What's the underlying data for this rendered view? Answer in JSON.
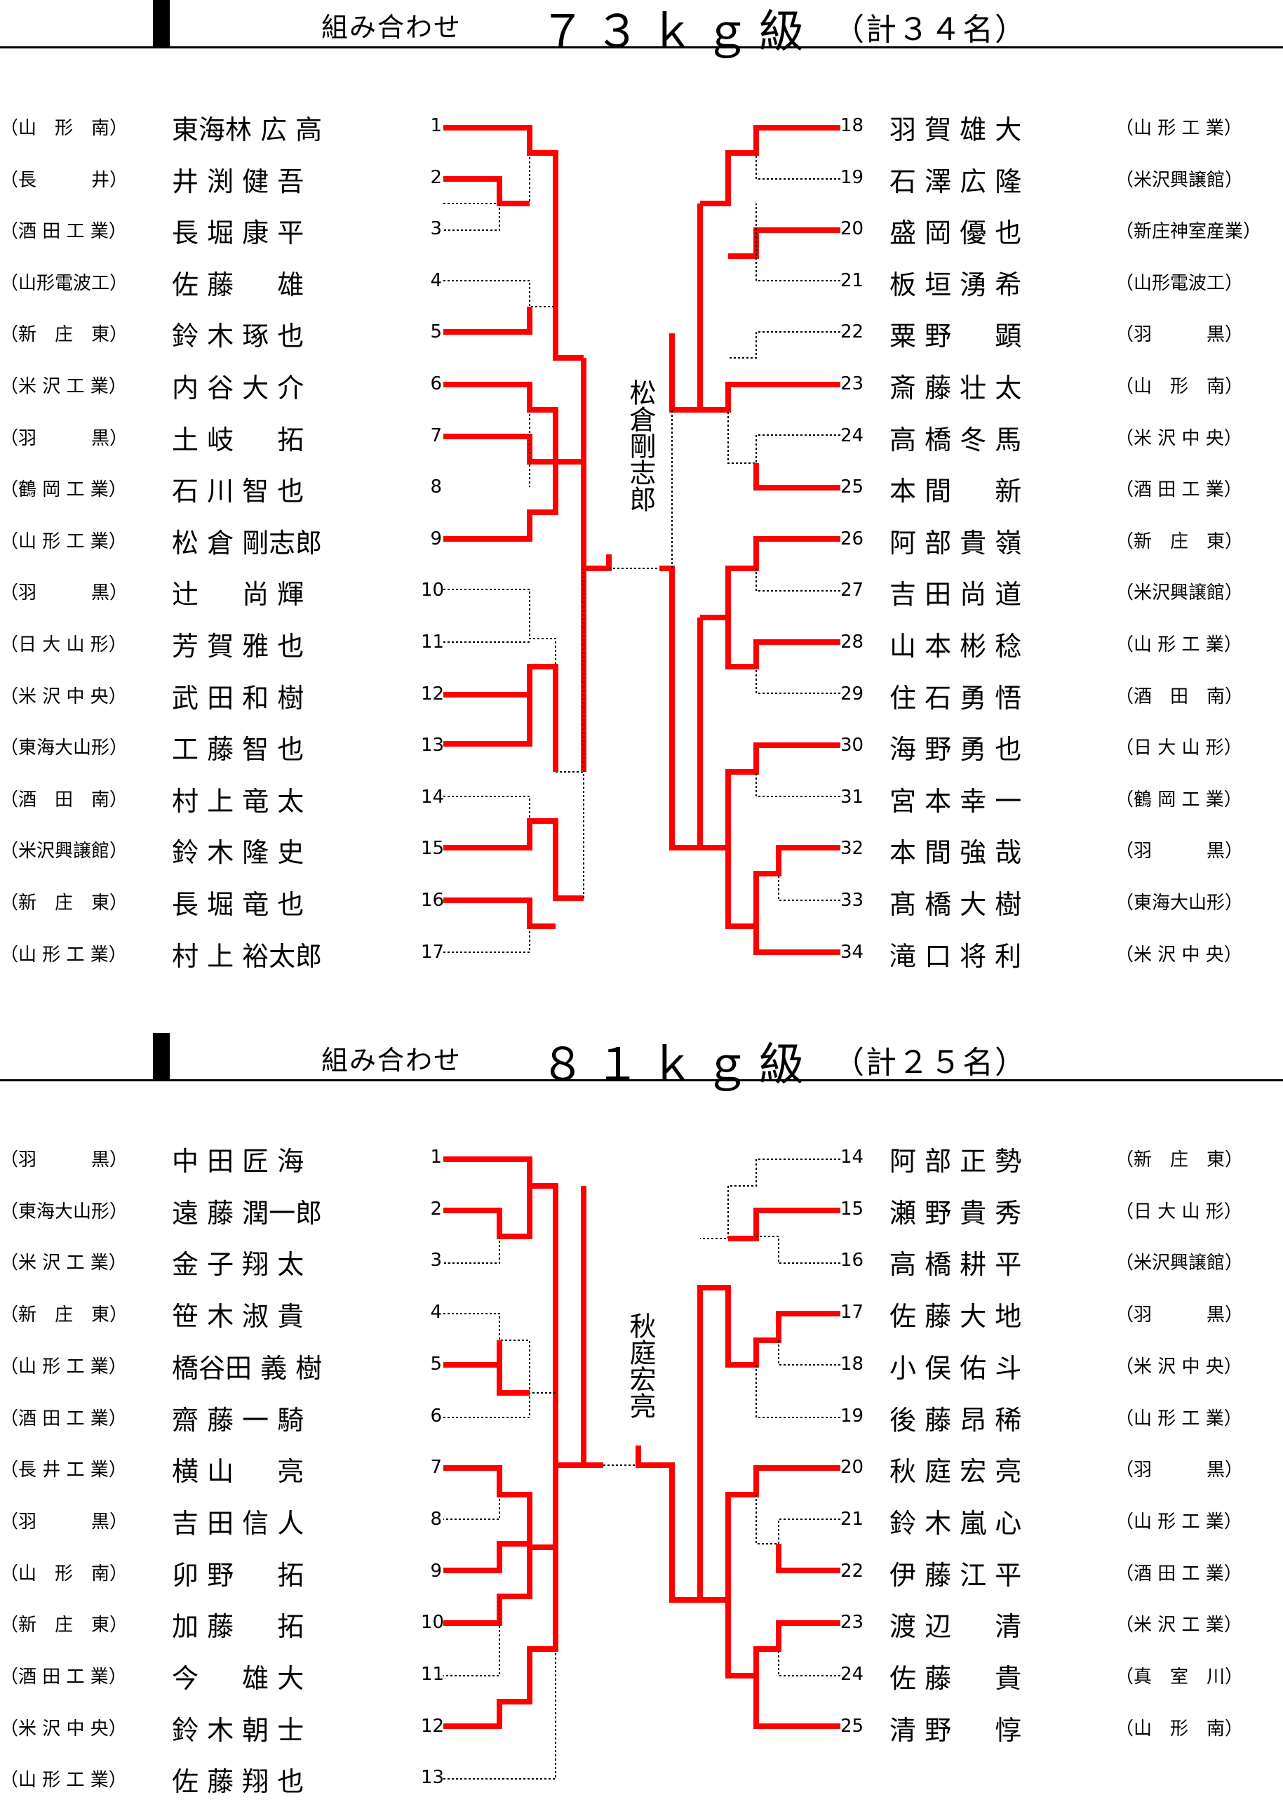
{
  "sections": [
    {
      "label": "組み合わせ",
      "weight_class": "７３ｋｇ級",
      "total": "（計３４名）",
      "champion": "松倉剛志郎",
      "left_entries": [
        {
          "seed": "1",
          "name": "東海林 広 高",
          "school": "（山　形　南）"
        },
        {
          "seed": "2",
          "name": "井 渕 健 吾",
          "school": "（長　　　井）"
        },
        {
          "seed": "3",
          "name": "長 堀 康 平",
          "school": "（酒 田 工 業）"
        },
        {
          "seed": "4",
          "name": "佐 藤 　 雄",
          "school": "（山形電波工）"
        },
        {
          "seed": "5",
          "name": "鈴 木 琢 也",
          "school": "（新　庄　東）"
        },
        {
          "seed": "6",
          "name": "内 谷 大 介",
          "school": "（米 沢 工 業）"
        },
        {
          "seed": "7",
          "name": "土 岐 　 拓",
          "school": "（羽　　　黒）"
        },
        {
          "seed": "8",
          "name": "石 川 智 也",
          "school": "（鶴 岡 工 業）"
        },
        {
          "seed": "9",
          "name": "松 倉 剛志郎",
          "school": "（山 形 工 業）"
        },
        {
          "seed": "10",
          "name": "辻 　 尚 輝",
          "school": "（羽　　　黒）"
        },
        {
          "seed": "11",
          "name": "芳 賀 雅 也",
          "school": "（日 大 山 形）"
        },
        {
          "seed": "12",
          "name": "武 田 和 樹",
          "school": "（米 沢 中 央）"
        },
        {
          "seed": "13",
          "name": "工 藤 智 也",
          "school": "（東海大山形）"
        },
        {
          "seed": "14",
          "name": "村 上 竜 太",
          "school": "（酒　田　南）"
        },
        {
          "seed": "15",
          "name": "鈴 木 隆 史",
          "school": "（米沢興譲館）"
        },
        {
          "seed": "16",
          "name": "長 堀 竜 也",
          "school": "（新　庄　東）"
        },
        {
          "seed": "17",
          "name": "村 上 裕太郎",
          "school": "（山 形 工 業）"
        }
      ],
      "right_entries": [
        {
          "seed": "18",
          "name": "羽 賀 雄 大",
          "school": "（山 形 工 業）"
        },
        {
          "seed": "19",
          "name": "石 澤 広 隆",
          "school": "（米沢興譲館）"
        },
        {
          "seed": "20",
          "name": "盛 岡 優 也",
          "school": "（新庄神室産業）"
        },
        {
          "seed": "21",
          "name": "板 垣 湧 希",
          "school": "（山形電波工）"
        },
        {
          "seed": "22",
          "name": "粟 野 　 顕",
          "school": "（羽　　　黒）"
        },
        {
          "seed": "23",
          "name": "斎 藤 壮 太",
          "school": "（山　形　南）"
        },
        {
          "seed": "24",
          "name": "高 橋 冬 馬",
          "school": "（米 沢 中 央）"
        },
        {
          "seed": "25",
          "name": "本 間 　 新",
          "school": "（酒 田 工 業）"
        },
        {
          "seed": "26",
          "name": "阿 部 貴 嶺",
          "school": "（新　庄　東）"
        },
        {
          "seed": "27",
          "name": "吉 田 尚 道",
          "school": "（米沢興譲館）"
        },
        {
          "seed": "28",
          "name": "山 本 彬 稔",
          "school": "（山 形 工 業）"
        },
        {
          "seed": "29",
          "name": "住 石 勇 悟",
          "school": "（酒　田　南）"
        },
        {
          "seed": "30",
          "name": "海 野 勇 也",
          "school": "（日 大 山 形）"
        },
        {
          "seed": "31",
          "name": "宮 本 幸 一",
          "school": "（鶴 岡 工 業）"
        },
        {
          "seed": "32",
          "name": "本 間 強 哉",
          "school": "（羽　　　黒）"
        },
        {
          "seed": "33",
          "name": "髙 橋 大 樹",
          "school": "（東海大山形）"
        },
        {
          "seed": "34",
          "name": "滝 口 将 利",
          "school": "（米 沢 中 央）"
        }
      ]
    },
    {
      "label": "組み合わせ",
      "weight_class": "８１ｋｇ級",
      "total": "（計２５名）",
      "champion": "秋庭宏亮",
      "left_entries": [
        {
          "seed": "1",
          "name": "中 田 匠 海",
          "school": "（羽　　　黒）"
        },
        {
          "seed": "2",
          "name": "遠 藤 潤一郎",
          "school": "（東海大山形）"
        },
        {
          "seed": "3",
          "name": "金 子 翔 太",
          "school": "（米 沢 工 業）"
        },
        {
          "seed": "4",
          "name": "笹 木 淑 貴",
          "school": "（新　庄　東）"
        },
        {
          "seed": "5",
          "name": "橋谷田 義 樹",
          "school": "（山 形 工 業）"
        },
        {
          "seed": "6",
          "name": "齋 藤 一 騎",
          "school": "（酒 田 工 業）"
        },
        {
          "seed": "7",
          "name": "横 山 　 亮",
          "school": "（長 井 工 業）"
        },
        {
          "seed": "8",
          "name": "吉 田 信 人",
          "school": "（羽　　　黒）"
        },
        {
          "seed": "9",
          "name": "卯 野 　 拓",
          "school": "（山　形　南）"
        },
        {
          "seed": "10",
          "name": "加 藤 　 拓",
          "school": "（新　庄　東）"
        },
        {
          "seed": "11",
          "name": "今 　 雄 大",
          "school": "（酒 田 工 業）"
        },
        {
          "seed": "12",
          "name": "鈴 木 朝 士",
          "school": "（米 沢 中 央）"
        },
        {
          "seed": "13",
          "name": "佐 藤 翔 也",
          "school": "（山 形 工 業）"
        }
      ],
      "right_entries": [
        {
          "seed": "14",
          "name": "阿 部 正 勢",
          "school": "（新　庄　東）"
        },
        {
          "seed": "15",
          "name": "瀬 野 貴 秀",
          "school": "（日 大 山 形）"
        },
        {
          "seed": "16",
          "name": "高 橋 耕 平",
          "school": "（米沢興譲館）"
        },
        {
          "seed": "17",
          "name": "佐 藤 大 地",
          "school": "（羽　　　黒）"
        },
        {
          "seed": "18",
          "name": "小 俣 佑 斗",
          "school": "（米 沢 中 央）"
        },
        {
          "seed": "19",
          "name": "後 藤 昂 稀",
          "school": "（山 形 工 業）"
        },
        {
          "seed": "20",
          "name": "秋 庭 宏 亮",
          "school": "（羽　　　黒）"
        },
        {
          "seed": "21",
          "name": "鈴 木 嵐 心",
          "school": "（山 形 工 業）"
        },
        {
          "seed": "22",
          "name": "伊 藤 江 平",
          "school": "（酒 田 工 業）"
        },
        {
          "seed": "23",
          "name": "渡 辺 　 清",
          "school": "（米 沢 工 業）"
        },
        {
          "seed": "24",
          "name": "佐 藤 　 貴",
          "school": "（真　室　川）"
        },
        {
          "seed": "25",
          "name": "清 野 　 惇",
          "school": "（山　形　南）"
        }
      ]
    }
  ],
  "colors": {
    "winner_line": "#ff0000",
    "loser_line": "#000000"
  }
}
